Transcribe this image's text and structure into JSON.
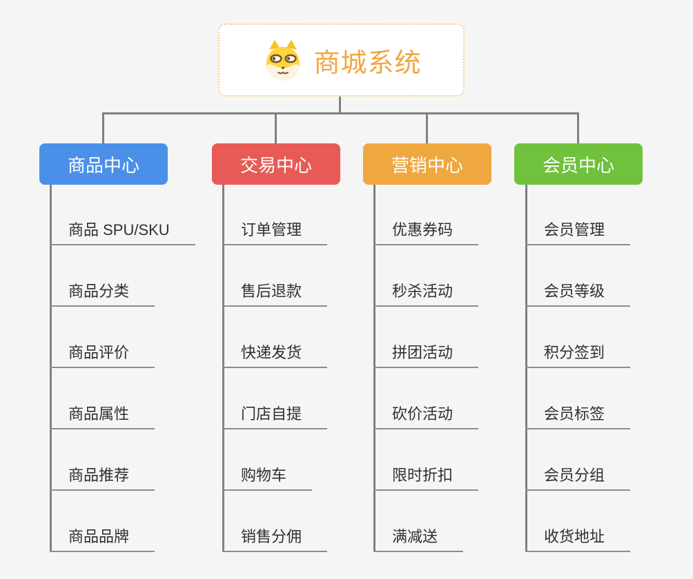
{
  "page": {
    "background": "#f5f5f6",
    "connector_color": "#808080",
    "leaf_underline_color": "#8c8c8c"
  },
  "root": {
    "label": "商城系统",
    "icon": "dog-icon",
    "text_color": "#F2A640",
    "border_color": "#F8C87E",
    "background": "#ffffff"
  },
  "branches": [
    {
      "label": "商品中心",
      "color": "#4A90E9",
      "children": [
        "商品 SPU/SKU",
        "商品分类",
        "商品评价",
        "商品属性",
        "商品推荐",
        "商品品牌"
      ]
    },
    {
      "label": "交易中心",
      "color": "#E85A55",
      "children": [
        "订单管理",
        "售后退款",
        "快递发货",
        "门店自提",
        "购物车",
        "销售分佣"
      ]
    },
    {
      "label": "营销中心",
      "color": "#EFA73F",
      "children": [
        "优惠券码",
        "秒杀活动",
        "拼团活动",
        "砍价活动",
        "限时折扣",
        "满减送"
      ]
    },
    {
      "label": "会员中心",
      "color": "#70C13C",
      "children": [
        "会员管理",
        "会员等级",
        "积分签到",
        "会员标签",
        "会员分组",
        "收货地址"
      ]
    }
  ]
}
